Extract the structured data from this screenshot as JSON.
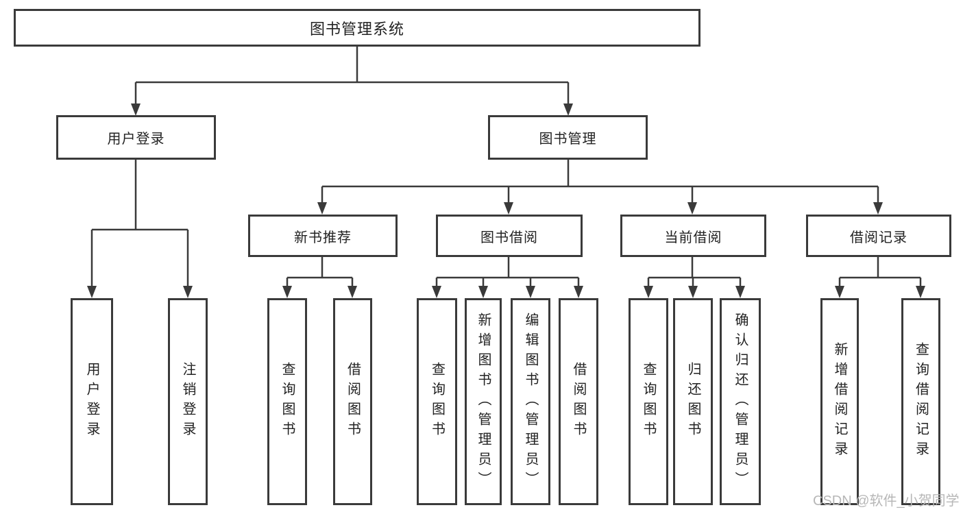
{
  "diagram_type": "hierarchy-tree",
  "tree": {
    "root": "图书管理系统",
    "branches": [
      {
        "label": "用户登录",
        "children": [
          "用户登录",
          "注销登录"
        ]
      },
      {
        "label": "图书管理",
        "sections": [
          {
            "label": "新书推荐",
            "children": [
              "查询图书",
              "借阅图书"
            ]
          },
          {
            "label": "图书借阅",
            "children": [
              "查询图书",
              "新增图书（管理员）",
              "编辑图书（管理员）",
              "借阅图书"
            ]
          },
          {
            "label": "当前借阅",
            "children": [
              "查询图书",
              "归还图书",
              "确认归还（管理员）"
            ]
          },
          {
            "label": "借阅记录",
            "children": [
              "新增借阅记录",
              "查询借阅记录"
            ]
          }
        ]
      }
    ]
  },
  "watermark": {
    "text": "CSDN @软件_小贺同学"
  },
  "colors": {
    "line": "#3a3a3a",
    "box_border": "#3a3a3a",
    "text": "#222222",
    "watermark_text": "#b7b7b7",
    "background": "#ffffff"
  }
}
